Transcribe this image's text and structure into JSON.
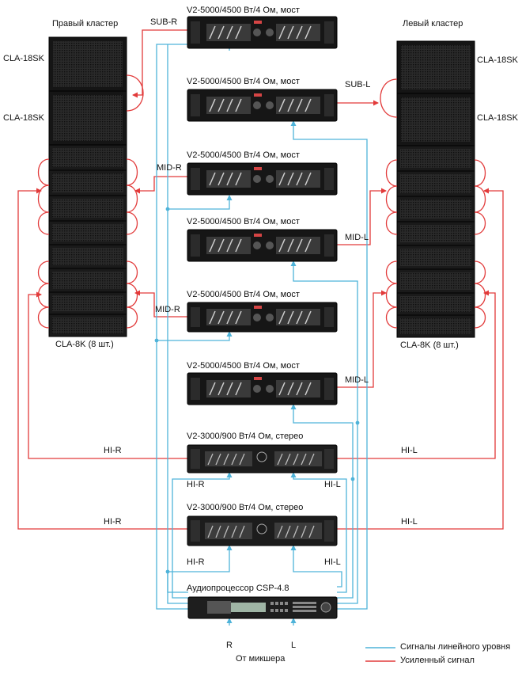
{
  "clusters": {
    "right": {
      "title": "Правый кластер",
      "sub_top": "CLA-18SK",
      "sub_bottom": "CLA-18SK",
      "line_label": "CLA-8K (8 шт.)"
    },
    "left": {
      "title": "Левый кластер",
      "sub_top": "CLA-18SK",
      "sub_bottom": "CLA-18SK",
      "line_label": "CLA-8K (8 шт.)"
    }
  },
  "amplifiers": [
    {
      "title": "V2-5000/4500 Вт/4 Ом, мост"
    },
    {
      "title": "V2-5000/4500 Вт/4 Ом, мост"
    },
    {
      "title": "V2-5000/4500 Вт/4 Ом, мост"
    },
    {
      "title": "V2-5000/4500 Вт/4 Ом, мост"
    },
    {
      "title": "V2-5000/4500 Вт/4 Ом, мост"
    },
    {
      "title": "V2-5000/4500 Вт/4 Ом, мост"
    },
    {
      "title": "V2-3000/900 Вт/4 Ом, стерео"
    },
    {
      "title": "V2-3000/900 Вт/4 Ом, стерео"
    }
  ],
  "signals": {
    "sub_r": "SUB-R",
    "sub_l": "SUB-L",
    "mid_r_1": "MID-R",
    "mid_r_2": "MID-R",
    "mid_l_1": "MID-L",
    "mid_l_2": "MID-L",
    "hi_r_out_1": "HI-R",
    "hi_l_out_1": "HI-L",
    "hi_r_out_2": "HI-R",
    "hi_l_out_2": "HI-L",
    "hi_r_in_1": "HI-R",
    "hi_l_in_1": "HI-L",
    "hi_r_in_2": "HI-R",
    "hi_l_in_2": "HI-L"
  },
  "processor": {
    "title": "Аудиопроцессор CSP-4.8"
  },
  "inputs": {
    "r": "R",
    "l": "L",
    "source": "От микшера"
  },
  "legend": {
    "line_level": "Сигналы линейного уровня",
    "amplified": "Усиленный сигнал",
    "line_color": "#4fb3d9",
    "amp_color": "#e23a3a"
  }
}
